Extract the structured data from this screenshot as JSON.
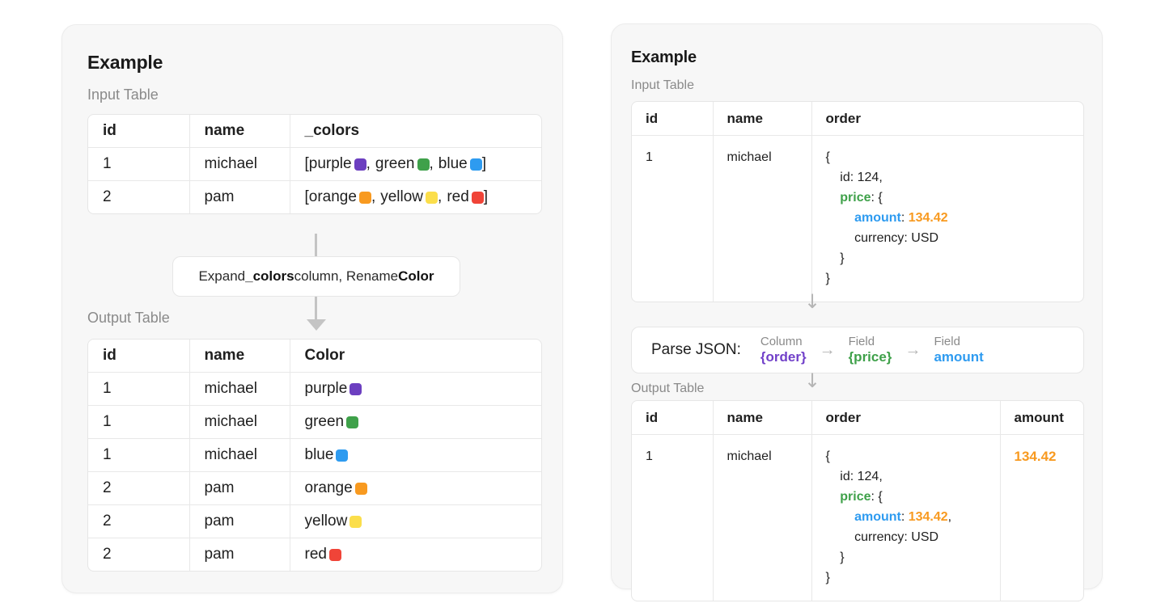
{
  "colors": {
    "purple": "#6c3fc0",
    "green": "#3fa14a",
    "blue": "#2e9bf0",
    "orange": "#f89a20",
    "yellow": "#fbde4b",
    "red": "#f04438",
    "key_order": "#7140c9",
    "key_price": "#3fa14a",
    "key_amount": "#2e9bf0",
    "value_amount": "#f89a20",
    "panel_bg": "#f7f7f7",
    "table_bg": "#ffffff",
    "muted_text": "#8a8a8a",
    "connector": "#c4c4c4"
  },
  "left_panel": {
    "title": "Example",
    "input_label": "Input Table",
    "output_label": "Output Table",
    "input_table": {
      "headers": [
        "id",
        "name",
        "_colors"
      ],
      "rows": [
        {
          "id": "1",
          "name": "michael",
          "colors": [
            {
              "label": "purple",
              "swatch": "purple"
            },
            {
              "label": "green",
              "swatch": "green"
            },
            {
              "label": "blue",
              "swatch": "blue"
            }
          ]
        },
        {
          "id": "2",
          "name": "pam",
          "colors": [
            {
              "label": "orange",
              "swatch": "orange"
            },
            {
              "label": "yellow",
              "swatch": "yellow"
            },
            {
              "label": "red",
              "swatch": "red"
            }
          ]
        }
      ]
    },
    "transform": {
      "prefix": "Expand ",
      "column": "_colors",
      "middle": " column, Rename ",
      "new_name": "Color"
    },
    "output_table": {
      "headers": [
        "id",
        "name",
        "Color"
      ],
      "rows": [
        {
          "id": "1",
          "name": "michael",
          "color": "purple",
          "swatch": "purple"
        },
        {
          "id": "1",
          "name": "michael",
          "color": "green",
          "swatch": "green"
        },
        {
          "id": "1",
          "name": "michael",
          "color": "blue",
          "swatch": "blue"
        },
        {
          "id": "2",
          "name": "pam",
          "color": "orange",
          "swatch": "orange"
        },
        {
          "id": "2",
          "name": "pam",
          "color": "yellow",
          "swatch": "yellow"
        },
        {
          "id": "2",
          "name": "pam",
          "color": "red",
          "swatch": "red"
        }
      ]
    }
  },
  "right_panel": {
    "title": "Example",
    "input_label": "Input Table",
    "output_label": "Output Table",
    "input_table": {
      "headers": [
        "id",
        "name",
        "order"
      ],
      "row": {
        "id": "1",
        "name": "michael",
        "json_lines": [
          "{",
          "    id: 124,",
          "    price: {",
          "        amount: 134.42",
          "        currency: USD",
          "    }",
          "}"
        ]
      }
    },
    "transform": {
      "label": "Parse JSON:",
      "steps": [
        {
          "kind": "Column",
          "value": "{order}"
        },
        {
          "kind": "Field",
          "value": "{price}"
        },
        {
          "kind": "Field",
          "value": "amount"
        }
      ],
      "arrow": "→"
    },
    "output_table": {
      "headers": [
        "id",
        "name",
        "order",
        "amount"
      ],
      "row": {
        "id": "1",
        "name": "michael",
        "amount": "134.42",
        "json_lines": [
          "{",
          "    id: 124,",
          "    price: {",
          "        amount: 134.42,",
          "        currency: USD",
          "    }",
          "}"
        ]
      }
    }
  },
  "connectors": {
    "down_arrow": "↓"
  }
}
